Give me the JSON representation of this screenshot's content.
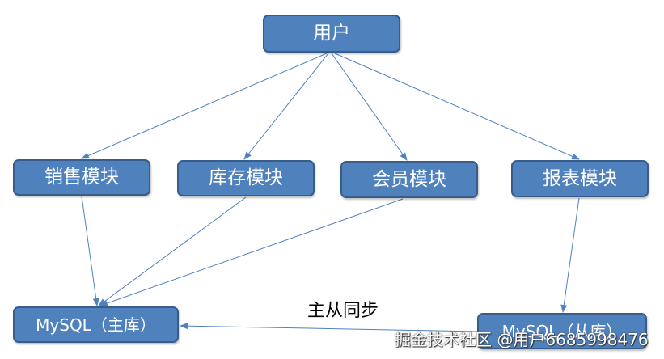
{
  "nodes": {
    "user": "用户",
    "sales": "销售模块",
    "stock": "库存模块",
    "member": "会员模块",
    "report": "报表模块",
    "master_db": "MySQL（主库）",
    "slave_db": "MySQL（从库）"
  },
  "edge_labels": {
    "sync": "主从同步"
  },
  "watermark": "掘金技术社区 @用户6685998476",
  "colors": {
    "node_fill": "#4f81bd",
    "node_border": "#385d8a",
    "node_text": "#ffffff",
    "edge": "#4f81bd"
  }
}
